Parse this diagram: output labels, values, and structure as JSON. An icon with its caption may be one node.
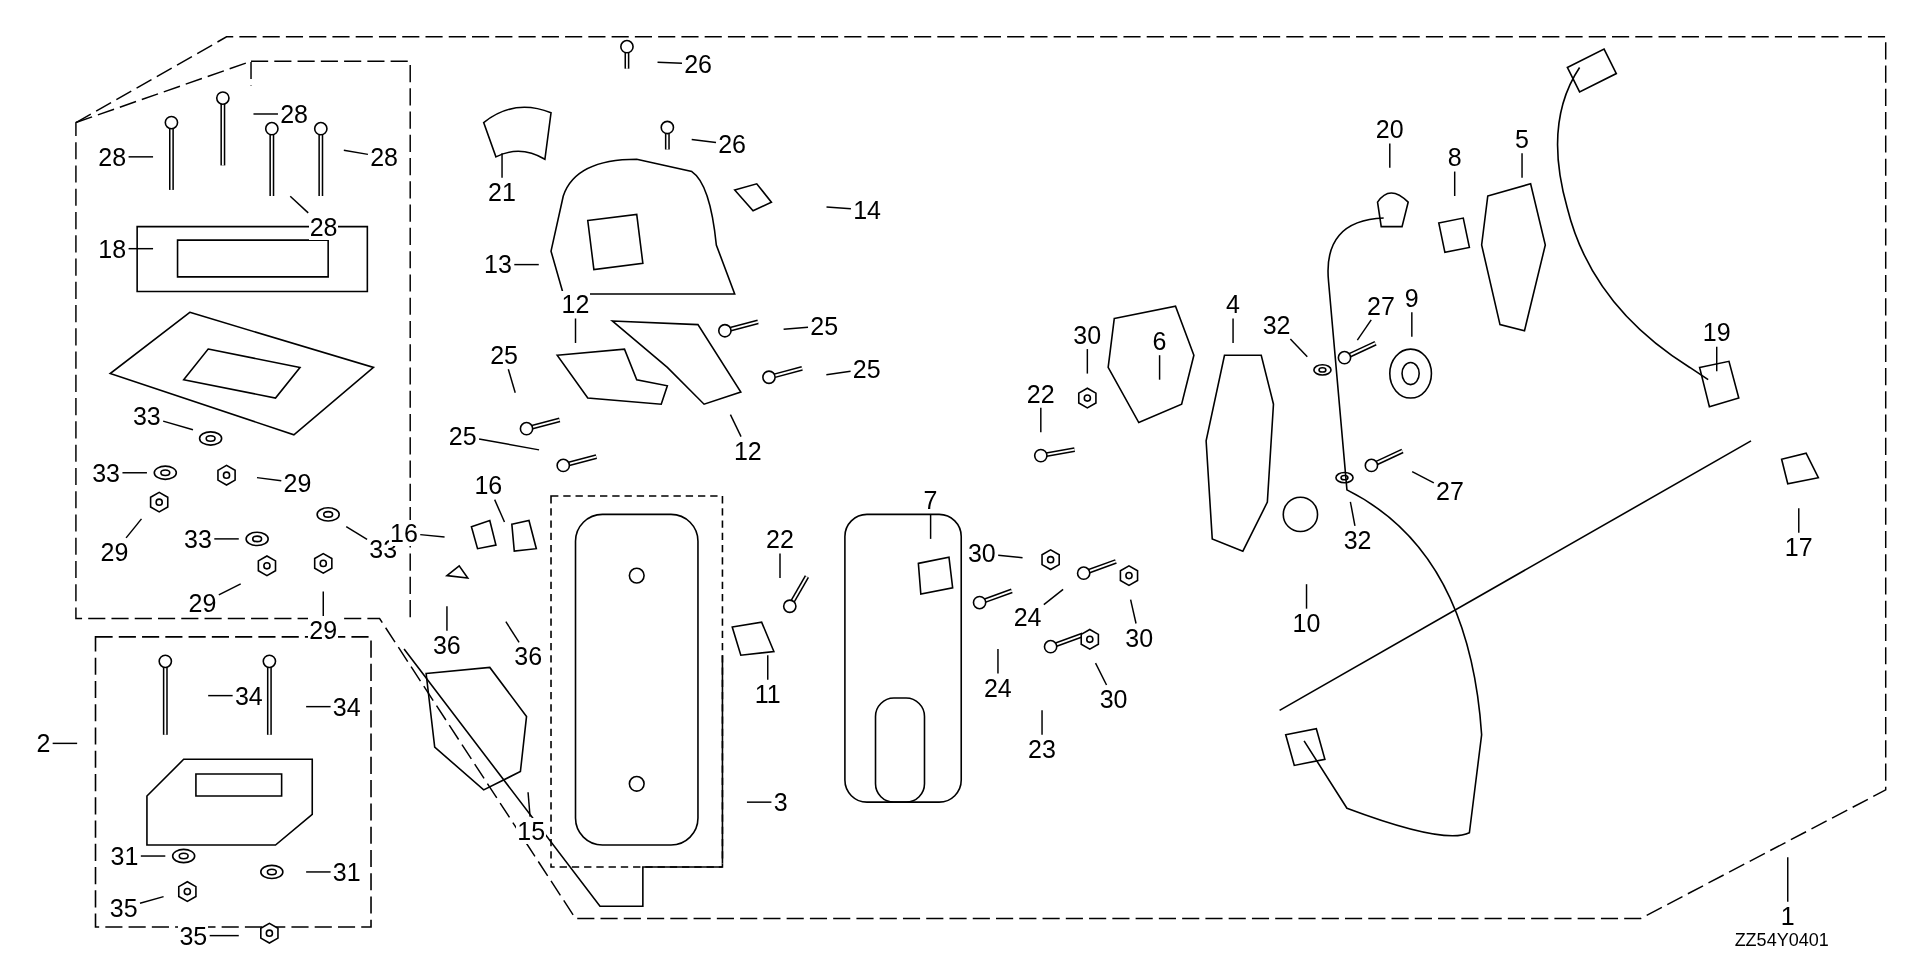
{
  "diagram": {
    "nodes": [
      {
        "text": [
          "26"
        ]
      },
      {
        "text": [
          "28"
        ]
      },
      {
        "text": [
          "28"
        ]
      },
      {
        "text": [
          "28"
        ]
      },
      {
        "text": [
          "28"
        ]
      },
      {
        "text": [
          "26"
        ]
      },
      {
        "text": [
          "21"
        ]
      },
      {
        "text": [
          "14"
        ]
      },
      {
        "text": [
          "13"
        ]
      },
      {
        "text": [
          "18"
        ]
      },
      {
        "text": [
          "20"
        ]
      },
      {
        "text": [
          "8"
        ]
      },
      {
        "text": [
          "5"
        ]
      },
      {
        "text": [
          "4"
        ]
      },
      {
        "text": [
          "12"
        ]
      },
      {
        "text": [
          "25"
        ]
      },
      {
        "text": [
          "25"
        ]
      },
      {
        "text": [
          "12"
        ]
      },
      {
        "text": [
          "25"
        ]
      },
      {
        "text": [
          "25"
        ]
      },
      {
        "text": [
          "6"
        ]
      },
      {
        "text": [
          "30"
        ]
      },
      {
        "text": [
          "22"
        ]
      },
      {
        "text": [
          "27"
        ]
      },
      {
        "text": [
          "9"
        ]
      },
      {
        "text": [
          "19"
        ]
      },
      {
        "text": [
          "32"
        ]
      },
      {
        "text": [
          "27"
        ]
      },
      {
        "text": [
          "32"
        ]
      },
      {
        "text": [
          "33"
        ]
      },
      {
        "text": [
          "33"
        ]
      },
      {
        "text": [
          "29"
        ]
      },
      {
        "text": [
          "29"
        ]
      },
      {
        "text": [
          "33"
        ]
      },
      {
        "text": [
          "33"
        ]
      },
      {
        "text": [
          "29"
        ]
      },
      {
        "text": [
          "29"
        ]
      },
      {
        "text": [
          "16"
        ]
      },
      {
        "text": [
          "16"
        ]
      },
      {
        "text": [
          "22"
        ]
      },
      {
        "text": [
          "7"
        ]
      },
      {
        "text": [
          "30"
        ]
      },
      {
        "text": [
          "24"
        ]
      },
      {
        "text": [
          "30"
        ]
      },
      {
        "text": [
          "10"
        ]
      },
      {
        "text": [
          "17"
        ]
      },
      {
        "text": [
          "36"
        ]
      },
      {
        "text": [
          "36"
        ]
      },
      {
        "text": [
          "11"
        ]
      },
      {
        "text": [
          "24"
        ]
      },
      {
        "text": [
          "30"
        ]
      },
      {
        "text": [
          "23"
        ]
      },
      {
        "text": [
          "34"
        ]
      },
      {
        "text": [
          "34"
        ]
      },
      {
        "text": [
          "2"
        ]
      },
      {
        "text": [
          "3"
        ]
      },
      {
        "text": [
          "15"
        ]
      },
      {
        "text": [
          "31"
        ]
      },
      {
        "text": [
          "31"
        ]
      },
      {
        "text": [
          "35"
        ]
      },
      {
        "text": [
          "35"
        ]
      },
      {
        "text": [
          "1"
        ]
      }
    ],
    "edges": [
      {
        "from": 0,
        "to": null,
        "arrow": "none"
      },
      {
        "from": 1,
        "to": null,
        "arrow": "none"
      },
      {
        "from": 2,
        "to": null,
        "arrow": "none"
      },
      {
        "from": 3,
        "to": null,
        "arrow": "none"
      },
      {
        "from": 4,
        "to": null,
        "arrow": "none"
      },
      {
        "from": 5,
        "to": null,
        "arrow": "none"
      },
      {
        "from": 6,
        "to": null,
        "arrow": "none"
      },
      {
        "from": 7,
        "to": null,
        "arrow": "none"
      },
      {
        "from": 8,
        "to": null,
        "arrow": "none"
      },
      {
        "from": 9,
        "to": null,
        "arrow": "none"
      },
      {
        "from": 10,
        "to": null,
        "arrow": "none"
      },
      {
        "from": 11,
        "to": null,
        "arrow": "none"
      },
      {
        "from": 12,
        "to": null,
        "arrow": "none"
      },
      {
        "from": 13,
        "to": null,
        "arrow": "none"
      },
      {
        "from": 14,
        "to": null,
        "arrow": "none"
      },
      {
        "from": 15,
        "to": null,
        "arrow": "none"
      },
      {
        "from": 16,
        "to": null,
        "arrow": "none"
      },
      {
        "from": 17,
        "to": null,
        "arrow": "none"
      },
      {
        "from": 18,
        "to": null,
        "arrow": "none"
      },
      {
        "from": 19,
        "to": null,
        "arrow": "none"
      },
      {
        "from": 20,
        "to": null,
        "arrow": "none"
      },
      {
        "from": 21,
        "to": null,
        "arrow": "none"
      },
      {
        "from": 22,
        "to": null,
        "arrow": "none"
      },
      {
        "from": 23,
        "to": null,
        "arrow": "none"
      },
      {
        "from": 24,
        "to": null,
        "arrow": "none"
      },
      {
        "from": 25,
        "to": null,
        "arrow": "none"
      },
      {
        "from": 26,
        "to": null,
        "arrow": "none"
      },
      {
        "from": 27,
        "to": null,
        "arrow": "none"
      },
      {
        "from": 28,
        "to": null,
        "arrow": "none"
      },
      {
        "from": 29,
        "to": null,
        "arrow": "none"
      },
      {
        "from": 30,
        "to": null,
        "arrow": "none"
      },
      {
        "from": 31,
        "to": null,
        "arrow": "none"
      },
      {
        "from": 32,
        "to": null,
        "arrow": "none"
      },
      {
        "from": 33,
        "to": null,
        "arrow": "none"
      },
      {
        "from": 34,
        "to": null,
        "arrow": "none"
      },
      {
        "from": 35,
        "to": null,
        "arrow": "none"
      },
      {
        "from": 36,
        "to": null,
        "arrow": "none"
      },
      {
        "from": 37,
        "to": null,
        "arrow": "none"
      },
      {
        "from": 38,
        "to": null,
        "arrow": "none"
      },
      {
        "from": 39,
        "to": null,
        "arrow": "none"
      },
      {
        "from": 40,
        "to": null,
        "arrow": "none"
      },
      {
        "from": 41,
        "to": null,
        "arrow": "none"
      },
      {
        "from": 42,
        "to": null,
        "arrow": "none"
      },
      {
        "from": 43,
        "to": null,
        "arrow": "none"
      },
      {
        "from": 44,
        "to": null,
        "arrow": "none"
      },
      {
        "from": 45,
        "to": null,
        "arrow": "none"
      },
      {
        "from": 46,
        "to": null,
        "arrow": "none"
      },
      {
        "from": 47,
        "to": null,
        "arrow": "none"
      },
      {
        "from": 48,
        "to": null,
        "arrow": "none"
      },
      {
        "from": 49,
        "to": null,
        "arrow": "none"
      },
      {
        "from": 50,
        "to": null,
        "arrow": "none"
      },
      {
        "from": 51,
        "to": null,
        "arrow": "none"
      },
      {
        "from": 52,
        "to": null,
        "arrow": "none"
      },
      {
        "from": 53,
        "to": null,
        "arrow": "none"
      },
      {
        "from": 54,
        "to": null,
        "arrow": "none"
      },
      {
        "from": 55,
        "to": null,
        "arrow": "none"
      },
      {
        "from": 56,
        "to": null,
        "arrow": "none"
      },
      {
        "from": 57,
        "to": null,
        "arrow": "none"
      },
      {
        "from": 58,
        "to": null,
        "arrow": "none"
      },
      {
        "from": 59,
        "to": null,
        "arrow": "none"
      },
      {
        "from": 60,
        "to": null,
        "arrow": "none"
      },
      {
        "from": 61,
        "to": null,
        "arrow": "none"
      }
    ],
    "labels": [
      "ZZ54Y0401"
    ]
  }
}
